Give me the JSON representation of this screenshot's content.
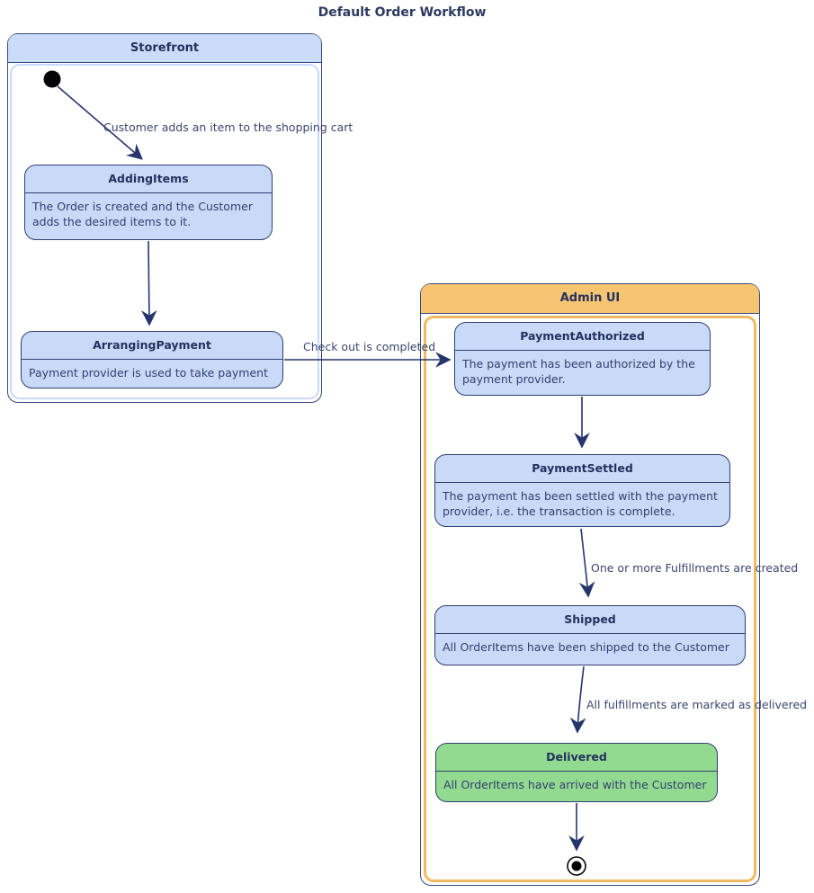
{
  "title": "Default Order Workflow",
  "containers": {
    "storefront": {
      "label": "Storefront",
      "header_color": "#cbdcfa"
    },
    "admin_ui": {
      "label": "Admin UI",
      "header_color": "#f7c471"
    }
  },
  "states": {
    "adding_items": {
      "name": "AddingItems",
      "description": "The Order is created and the Customer adds the desired items to it."
    },
    "arranging_payment": {
      "name": "ArrangingPayment",
      "description": "Payment provider is used to take payment"
    },
    "payment_authorized": {
      "name": "PaymentAuthorized",
      "description": "The payment has been authorized by the payment provider."
    },
    "payment_settled": {
      "name": "PaymentSettled",
      "description": "The payment has been settled with the payment provider, i.e. the transaction is complete."
    },
    "shipped": {
      "name": "Shipped",
      "description": "All OrderItems have been shipped to the Customer"
    },
    "delivered": {
      "name": "Delivered",
      "description": "All OrderItems have arrived with the Customer",
      "fill_color": "#92da90"
    }
  },
  "transitions": {
    "add_to_cart": {
      "label": "Customer adds an item to the shopping cart"
    },
    "checkout": {
      "label": "Check out is completed"
    },
    "fulfillments_created": {
      "label": "One or more Fulfillments are created"
    },
    "marked_delivered": {
      "label": "All fulfillments are marked as delivered"
    }
  },
  "colors": {
    "state_fill": "#c9d9f8",
    "state_border": "#2f3f73",
    "container_border": "#38497c",
    "storefront_inner_border": "#c8dafa",
    "admin_inner_border": "#f2b960",
    "arrow": "#26356b",
    "delivered_fill": "#92da90",
    "text": "#2c3960"
  }
}
